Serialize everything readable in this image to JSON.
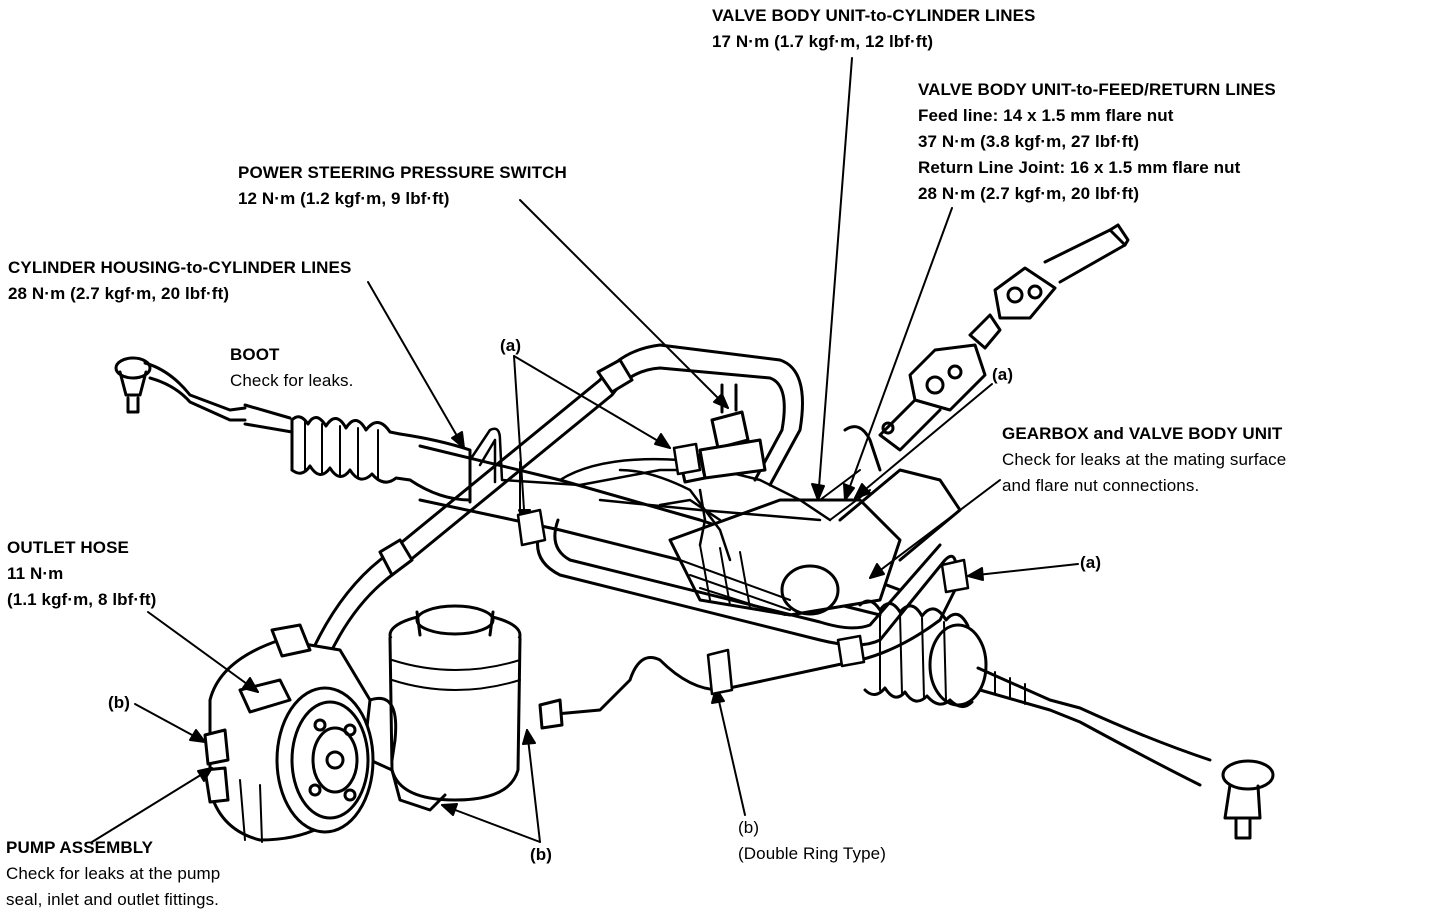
{
  "labels": {
    "valve_body_cyl": {
      "title": "VALVE BODY UNIT-to-CYLINDER LINES",
      "torque": "17 N·m (1.7 kgf·m, 12 lbf·ft)"
    },
    "valve_body_feed": {
      "title": "VALVE BODY UNIT-to-FEED/RETURN LINES",
      "line1": "Feed line: 14 x 1.5 mm flare nut",
      "line2": "37 N·m (3.8 kgf·m, 27 lbf·ft)",
      "line3": "Return Line Joint: 16 x 1.5 mm flare nut",
      "line4": "28 N·m (2.7 kgf·m, 20 lbf·ft)"
    },
    "pressure_switch": {
      "title": "POWER STEERING PRESSURE SWITCH",
      "torque": "12 N·m (1.2 kgf·m, 9 lbf·ft)"
    },
    "cyl_housing": {
      "title": "CYLINDER HOUSING-to-CYLINDER LINES",
      "torque": "28 N·m (2.7 kgf·m, 20 lbf·ft)"
    },
    "boot": {
      "title": "BOOT",
      "note": "Check for leaks."
    },
    "gearbox": {
      "title": "GEARBOX and VALVE BODY UNIT",
      "note1": "Check for leaks at the mating surface",
      "note2": "and flare nut connections."
    },
    "outlet_hose": {
      "title": "OUTLET HOSE",
      "torque1": "11 N·m",
      "torque2": "(1.1 kgf·m, 8 lbf·ft)"
    },
    "pump": {
      "title": "PUMP ASSEMBLY",
      "note1": "Check for leaks at the pump",
      "note2": "seal, inlet and outlet fittings."
    },
    "a_top": "(a)",
    "a_right_top": "(a)",
    "a_right": "(a)",
    "b_left": "(b)",
    "b_bottom": "(b)",
    "b_double": "(b)",
    "b_double_note": "(Double Ring Type)"
  }
}
